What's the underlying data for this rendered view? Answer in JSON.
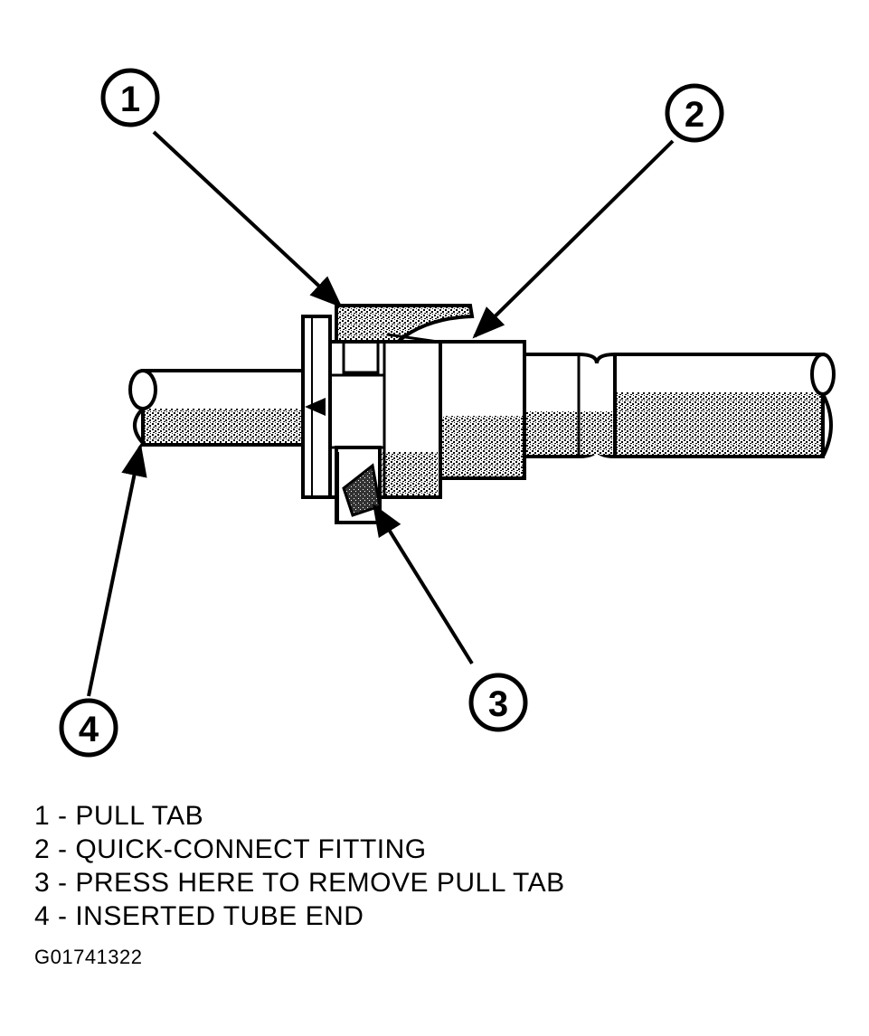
{
  "callouts": [
    {
      "number": "1"
    },
    {
      "number": "2"
    },
    {
      "number": "3"
    },
    {
      "number": "4"
    }
  ],
  "legend": [
    {
      "number": "1",
      "text": "1 - PULL TAB"
    },
    {
      "number": "2",
      "text": "2 - QUICK-CONNECT FITTING"
    },
    {
      "number": "3",
      "text": "3 - PRESS HERE TO REMOVE PULL TAB"
    },
    {
      "number": "4",
      "text": "4 - INSERTED TUBE END"
    }
  ],
  "figure_code": "G01741322",
  "colors": {
    "ink": "#000000",
    "paper": "#ffffff",
    "shading": "#555555"
  }
}
